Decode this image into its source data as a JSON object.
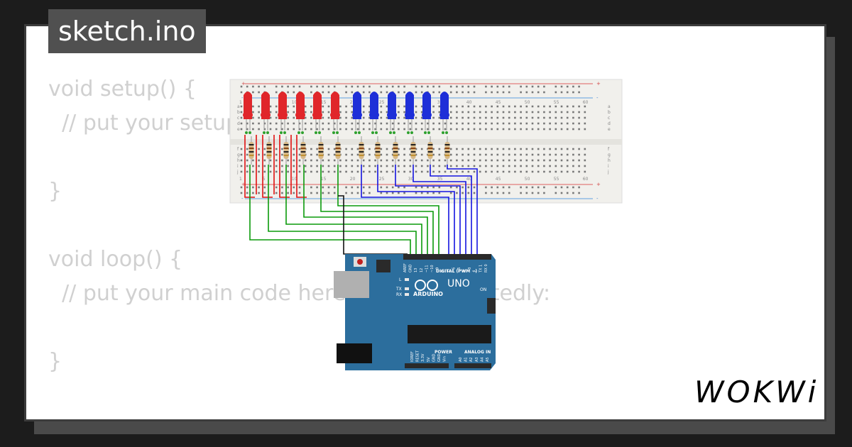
{
  "file_tab": {
    "label": "sketch.ino"
  },
  "code": {
    "lines": [
      "void setup() {",
      "  // put your setup code here, to run once:",
      "",
      "}",
      "",
      "void loop() {",
      "  // put your main code here, to run repeatedly:",
      "",
      "}"
    ]
  },
  "breadboard": {
    "column_numbers": [
      "1",
      "5",
      "10",
      "15",
      "20",
      "25",
      "30",
      "35",
      "40",
      "45",
      "50",
      "55",
      "60"
    ],
    "row_letters_top": [
      "a",
      "b",
      "c",
      "d",
      "e"
    ],
    "row_letters_bottom": [
      "f",
      "g",
      "h",
      "i",
      "j"
    ],
    "rail_plus": "+",
    "rail_minus": "-"
  },
  "leds": {
    "red_count": 6,
    "blue_count": 6,
    "red_color": "#e0262a",
    "blue_color": "#1e2fd8"
  },
  "arduino": {
    "brand": "ARDUINO",
    "model": "UNO",
    "digital_label": "DIGITAL (PWM ~)",
    "power_label": "POWER",
    "analog_label": "ANALOG IN",
    "on_label": "ON",
    "tx_label": "TX",
    "rx_label": "RX",
    "l_label": "L",
    "top_pins": [
      "AREF",
      "GND",
      "13",
      "12",
      "~11",
      "~10",
      "~9",
      "8",
      "7",
      "~6",
      "~5",
      "4",
      "~3",
      "2",
      "TX 1",
      "RX 0"
    ],
    "power_pins": [
      "IOREF",
      "RESET",
      "3.3V",
      "5V",
      "GND",
      "GND",
      "Vin"
    ],
    "analog_pins": [
      "A0",
      "A1",
      "A2",
      "A3",
      "A4",
      "A5"
    ],
    "board_color": "#2c6e9d"
  },
  "wire_colors": {
    "red": "#e01010",
    "green": "#0a9a0a",
    "blue": "#1414e0",
    "black": "#111111"
  },
  "brand_logo": {
    "text": "WOKWi"
  }
}
